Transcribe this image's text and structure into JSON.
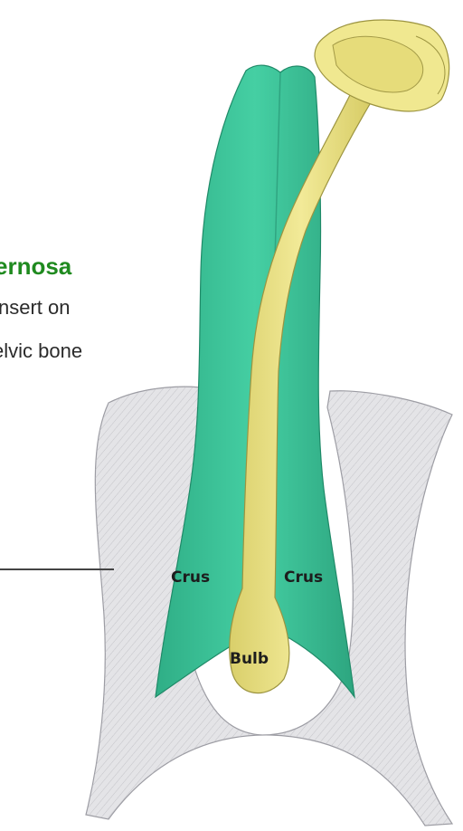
{
  "labels": {
    "heading": "ernosa",
    "line_1": "nsert on",
    "line_2": "elvic bone"
  },
  "structures": {
    "crus_left": "Crus",
    "crus_right": "Crus",
    "bulb": "Bulb"
  },
  "colors": {
    "corpus_cavernosum": "#3cc39a",
    "corpus_spongiosum": "#ede58a",
    "pelvic_bone": "#d9d9dc",
    "heading_text": "#1f8a1f"
  }
}
